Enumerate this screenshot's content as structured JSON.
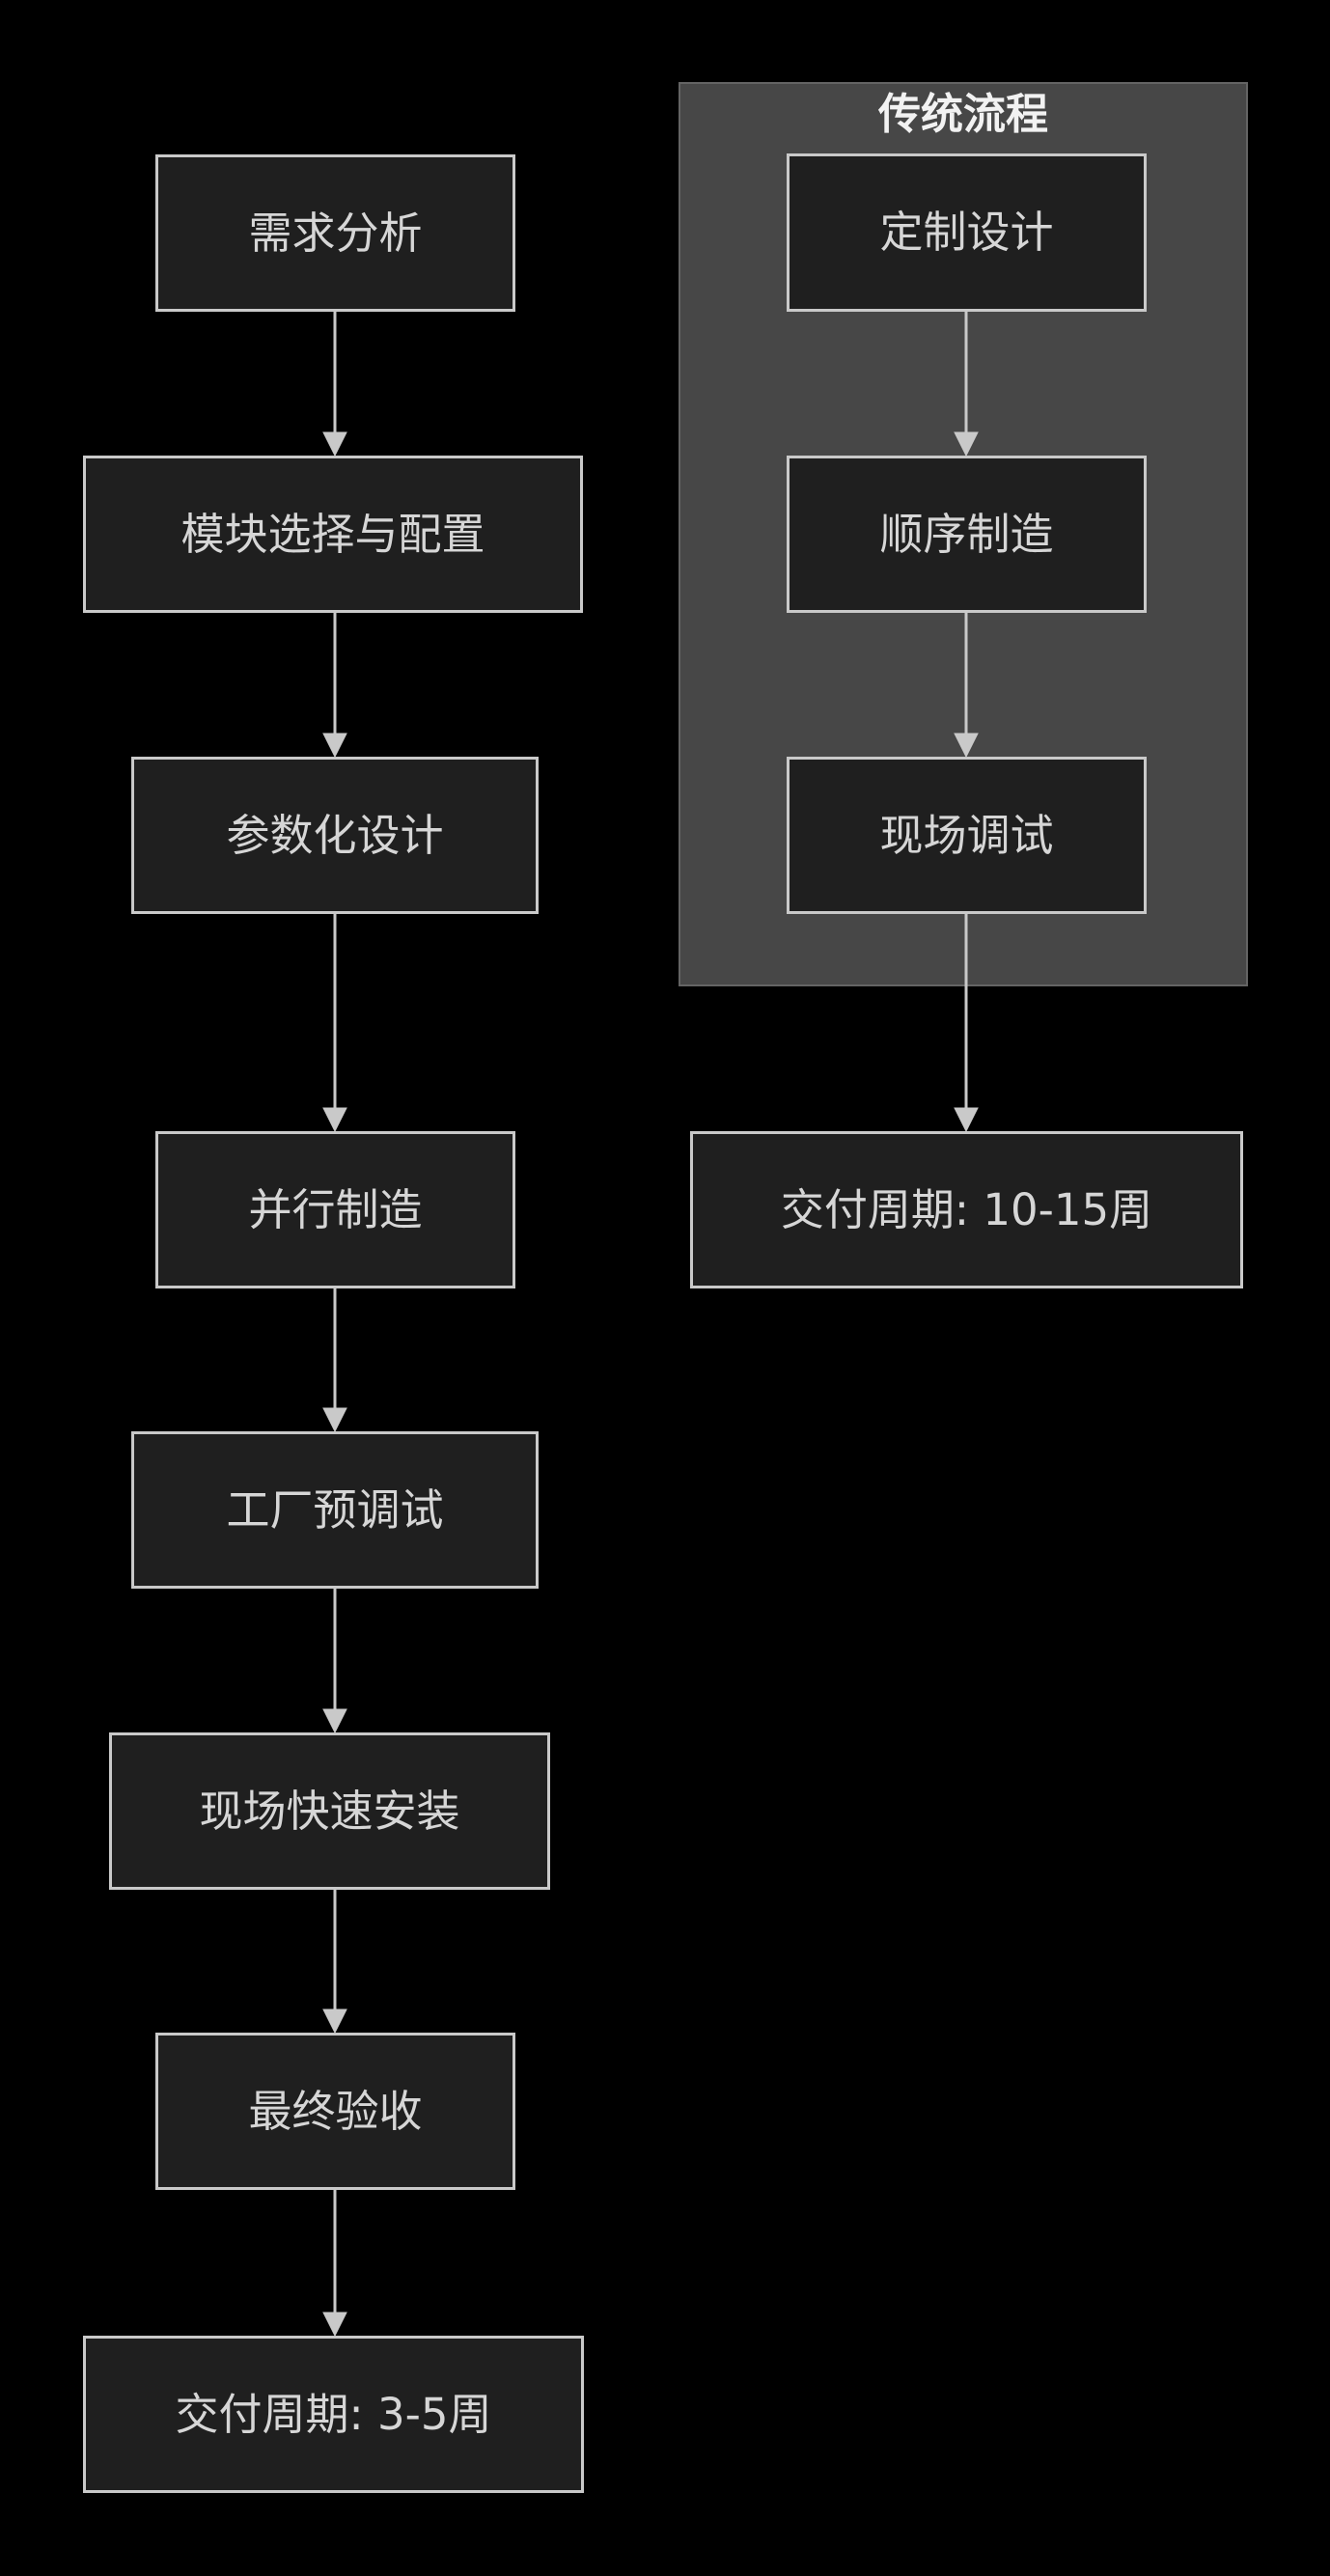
{
  "diagram": {
    "kind": "flowchart-comparison",
    "background": "#000000"
  },
  "colors": {
    "background": "#000000",
    "node_fill": "#1f1f1f",
    "node_border": "#c9c9c9",
    "node_text": "#d6d6d6",
    "cluster_fill": "#474747",
    "cluster_border": "#646464",
    "cluster_title": "#f2f2f2",
    "edge": "#c9c9c9"
  },
  "modular_flow": {
    "steps": [
      {
        "label": "需求分析"
      },
      {
        "label": "模块选择与配置"
      },
      {
        "label": "参数化设计"
      },
      {
        "label": "并行制造"
      },
      {
        "label": "工厂预调试"
      },
      {
        "label": "现场快速安装"
      },
      {
        "label": "最终验收"
      },
      {
        "label": "交付周期: 3-5周"
      }
    ]
  },
  "traditional_flow": {
    "title": "传统流程",
    "steps": [
      {
        "label": "定制设计"
      },
      {
        "label": "顺序制造"
      },
      {
        "label": "现场调试"
      }
    ],
    "result": {
      "label": "交付周期: 10-15周"
    }
  }
}
